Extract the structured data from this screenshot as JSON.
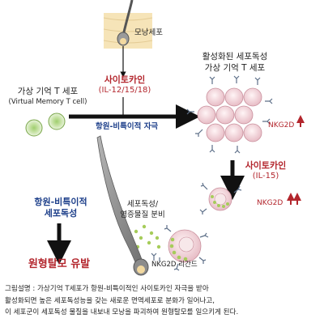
{
  "follicle_label": "모낭세포",
  "cytokine_top": {
    "title": "사이토카인",
    "sub": "(IL-12/15/18)"
  },
  "virtual_memory": {
    "title": "가상 기억 T 세포",
    "sub": "(Virtual Memory T cell)"
  },
  "stimulus_label": "항원-비특이적 자극",
  "activated": {
    "line1": "활성화된 세포독성",
    "line2": "가상 기억 T 세포"
  },
  "nkg2d_up": "NKG2D",
  "cytokine_mid": {
    "title": "사이토카인",
    "sub": "(IL-15)"
  },
  "nkg2d_up2": "NKG2D",
  "secretion": {
    "line1": "세포독성/",
    "line2": "염증물질 분비"
  },
  "ligand_label": "NKG2D 리간드",
  "cytotox": {
    "line1": "항원-비특이적",
    "line2": "세포독성"
  },
  "outcome": "원형탈모 유발",
  "caption": {
    "line1": "그림설명 : 가상기억 T세포가 항원-비특이적인 사이토카인 자극을 받아",
    "line2": "활성화되면 높은 세포독성능을 갖는 새로운 면역세포로 분화가 일어나고,",
    "line3": "이 세포군이 세포독성 물질을 내보내 모낭을 파괴하여 원형탈모를 일으키게 된다."
  },
  "colors": {
    "red_text": "#b3262d",
    "blue_text": "#1d3f8a",
    "nkg2d_arrow": "#c0392b",
    "t_cell_fill": "#e8f3dc",
    "t_cell_nucleus": "#9fce6e",
    "activated_cell_fill": "#f4dce0",
    "granule": "#a6cc5a",
    "hair_gray": "#8a8a8a",
    "follicle_skin": "#f6e4b8"
  }
}
